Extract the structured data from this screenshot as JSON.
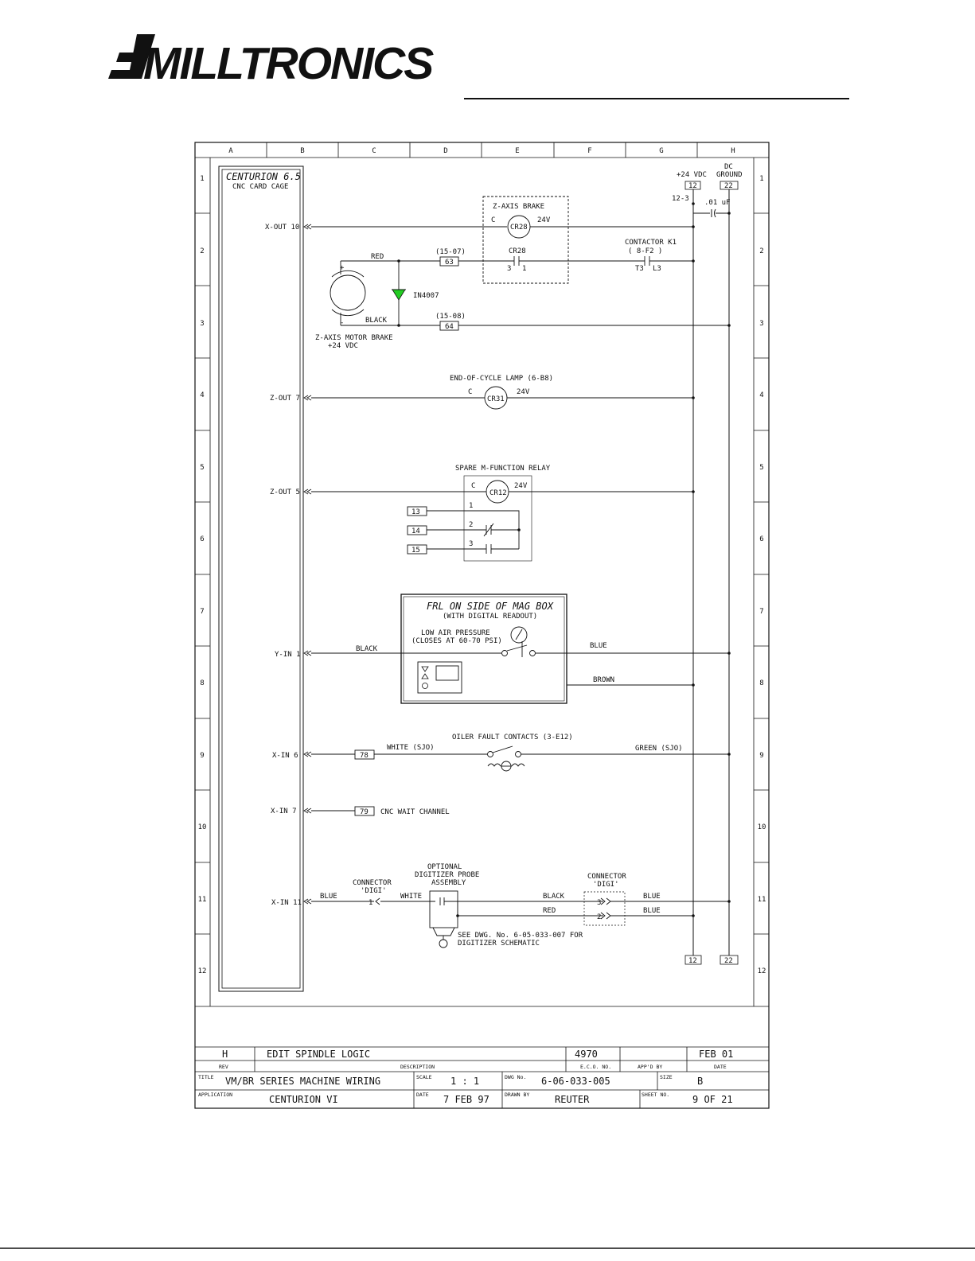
{
  "header": {
    "brand": "MILLTRONICS",
    "brand_color": "#111111"
  },
  "frame": {
    "cols": [
      "A",
      "B",
      "C",
      "D",
      "E",
      "F",
      "G",
      "H"
    ],
    "rows": [
      "1",
      "2",
      "3",
      "4",
      "5",
      "6",
      "7",
      "8",
      "9",
      "10",
      "11",
      "12"
    ]
  },
  "cage": {
    "title": "CENTURION 6.5",
    "subtitle": "CNC CARD CAGE"
  },
  "power": {
    "vdc_label": "+24 VDC",
    "vdc_terminal": "12",
    "ground_label1": "DC",
    "ground_label2": "GROUND",
    "ground_terminal": "22",
    "node_label": "12-3",
    "cap_label": ".01 uF",
    "bottom_vdc_terminal": "12",
    "bottom_ground_terminal": "22"
  },
  "ports": {
    "xout10": "X-OUT 10",
    "zout7": "Z-OUT 7",
    "zout5": "Z-OUT 5",
    "yin1": "Y-IN 1",
    "xin6": "X-IN 6",
    "xin7": "X-IN 7",
    "xin11": "X-IN 11"
  },
  "brake": {
    "title": "Z-AXIS BRAKE",
    "c": "C",
    "v": "24V",
    "coil": "CR28",
    "contact": "CR28",
    "pin3": "3",
    "pin1": "1"
  },
  "contactor": {
    "title": "CONTACTOR K1",
    "ref": "( 8-F2 )",
    "t3": "T3",
    "l3": "L3"
  },
  "motor": {
    "red": "RED",
    "black": "BLACK",
    "plus": "+",
    "minus": "-",
    "diode": "IN4007",
    "diode_color": "#22cc22",
    "label1": "Z-AXIS MOTOR BRAKE",
    "label2": "+24 VDC",
    "ref1": "(15-07)",
    "term1": "63",
    "ref2": "(15-08)",
    "term2": "64"
  },
  "lamp": {
    "title": "END-OF-CYCLE LAMP (6-B8)",
    "c": "C",
    "v": "24V",
    "coil": "CR31"
  },
  "spare": {
    "title": "SPARE M-FUNCTION RELAY",
    "c": "C",
    "v": "24V",
    "coil": "CR12",
    "t1": "13",
    "t2": "14",
    "t3": "15",
    "p1": "1",
    "p2": "2",
    "p3": "3"
  },
  "frl": {
    "title": "FRL ON SIDE OF MAG BOX",
    "subtitle": "(WITH DIGITAL READOUT)",
    "lap1": "LOW AIR PRESSURE",
    "lap2": "(CLOSES AT 60-70 PSI)",
    "black": "BLACK",
    "blue": "BLUE",
    "brown": "BROWN"
  },
  "oiler": {
    "title": "OILER FAULT CONTACTS (3-E12)",
    "term": "78",
    "white": "WHITE (SJO)",
    "green": "GREEN (SJO)"
  },
  "cncwait": {
    "term": "79",
    "label": "CNC WAIT CHANNEL"
  },
  "probe": {
    "blue": "BLUE",
    "conn1": "CONNECTOR",
    "conn2": "'DIGI'",
    "pin1": "1",
    "white": "WHITE",
    "opt1": "OPTIONAL",
    "opt2": "DIGITIZER PROBE",
    "opt3": "ASSEMBLY",
    "black": "BLACK",
    "red": "RED",
    "pin3": "3",
    "pin2": "2",
    "blue2": "BLUE",
    "blue3": "BLUE",
    "see1": "SEE DWG. No. 6-05-033-007 FOR",
    "see2": "DIGITIZER SCHEMATIC"
  },
  "titleblock": {
    "rev": "H",
    "desc": "EDIT SPINDLE LOGIC",
    "eco": "4970",
    "appd": "",
    "date": "FEB 01",
    "h_rev": "REV",
    "h_desc": "DESCRIPTION",
    "h_eco": "E.C.O. NO.",
    "h_appd": "APP'D BY",
    "h_date": "DATE",
    "h_title": "TITLE",
    "title": "VM/BR SERIES MACHINE WIRING",
    "h_scale": "SCALE",
    "scale": "1 : 1",
    "h_dwg": "DWG No.",
    "dwg": "6-06-033-005",
    "h_size": "SIZE",
    "size": "B",
    "h_app": "APPLICATION",
    "app": "CENTURION VI",
    "h_dt": "DATE",
    "dt": "7 FEB 97",
    "h_drawn": "DRAWN BY",
    "drawn": "REUTER",
    "h_sheet": "SHEET NO.",
    "sheet": "9 OF 21"
  }
}
